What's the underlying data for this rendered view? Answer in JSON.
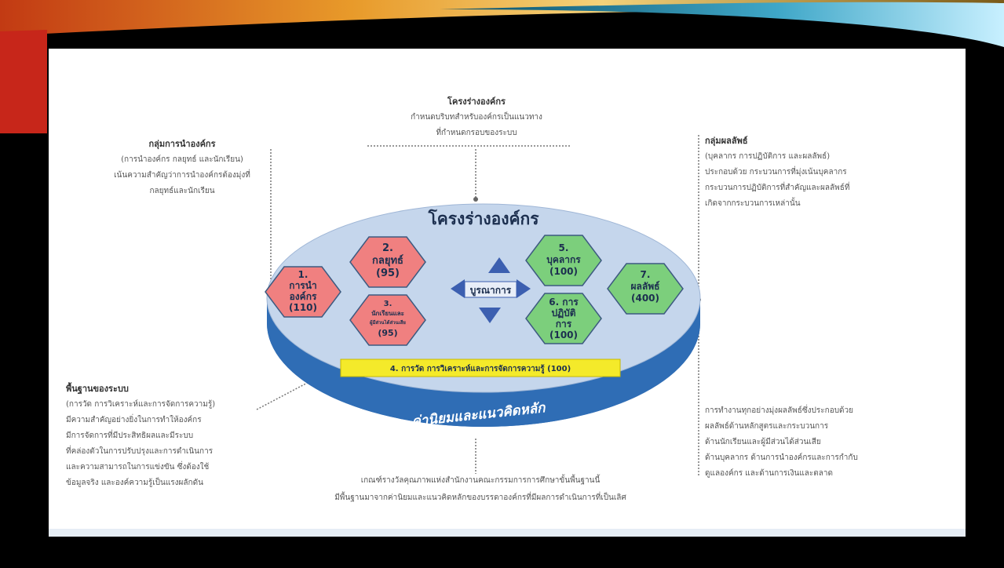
{
  "diagram": {
    "structure_title": "โครงร่างองค์กร",
    "integration_label": "บูรณาการ",
    "base_label": "ค่านิยมและแนวคิดหลัก",
    "measurement_label": "4. การวัด การวิเคราะห์และการจัดการความรู้ (100)",
    "hexagons": [
      {
        "id": "leadership",
        "line1": "1.",
        "line2": "การนำ",
        "line3": "องค์กร",
        "line4": "(110)",
        "group": "red"
      },
      {
        "id": "strategy",
        "line1": "2.",
        "line2": "กลยุทธ์",
        "line3": "(95)",
        "line4": "",
        "group": "red"
      },
      {
        "id": "customers",
        "line1": "3.",
        "line2": "นักเรียนและ",
        "line3": "ผู้มีส่วนได้ส่วนเสีย",
        "line4": "(95)",
        "group": "red"
      },
      {
        "id": "workforce",
        "line1": "5.",
        "line2": "บุคลากร",
        "line3": "(100)",
        "line4": "",
        "group": "green"
      },
      {
        "id": "operations",
        "line1": "6. การ",
        "line2": "ปฏิบัติ",
        "line3": "การ",
        "line4": "(100)",
        "group": "green"
      },
      {
        "id": "results",
        "line1": "7.",
        "line2": "ผลลัพธ์",
        "line3": "(400)",
        "line4": "",
        "group": "green"
      }
    ],
    "colors": {
      "red": "#f08080",
      "green": "#7ccf7c",
      "plate": "#c5d6ec",
      "rim": "#2f6db5",
      "arrow": "#3c5fb0",
      "highlight": "#f4ea2a"
    }
  },
  "annotations": {
    "profile": {
      "title": "โครงร่างองค์กร",
      "lines": [
        "กำหนดบริบทสำหรับองค์กรเป็นแนวทาง",
        "ที่กำหนดกรอบของระบบ"
      ]
    },
    "leadership_group": {
      "title": "กลุ่มการนำองค์กร",
      "lines": [
        "(การนำองค์กร กลยุทธ์ และนักเรียน)",
        "เน้นความสำคัญว่าการนำองค์กรต้องมุ่งที่",
        "กลยุทธ์และนักเรียน"
      ]
    },
    "results_group": {
      "title": "กลุ่มผลลัพธ์",
      "lines": [
        "(บุคลากร การปฏิบัติการ และผลลัพธ์)",
        "ประกอบด้วย กระบวนการที่มุ่งเน้นบุคลากร",
        "กระบวนการปฏิบัติการที่สำคัญและผลลัพธ์ที่",
        "เกิดจากกระบวนการเหล่านั้น"
      ]
    },
    "system_foundation": {
      "title": "พื้นฐานของระบบ",
      "lines": [
        "(การวัด การวิเคราะห์และการจัดการความรู้)",
        "มีความสำคัญอย่างยิ่งในการทำให้องค์กร",
        "มีการจัดการที่มีประสิทธิผลและมีระบบ",
        "ที่คล่องตัวในการปรับปรุงและการดำเนินการ",
        "และความสามารถในการแข่งขัน ซึ่งต้องใช้",
        "ข้อมูลจริง และองค์ความรู้เป็นแรงผลักดัน"
      ]
    },
    "results_detail": {
      "lines": [
        "การทำงานทุกอย่างมุ่งผลลัพธ์ซึ่งประกอบด้วย",
        "ผลลัพธ์ด้านหลักสูตรและกระบวนการ",
        "ด้านนักเรียนและผู้มีส่วนได้ส่วนเสีย",
        "ด้านบุคลากร ด้านการนำองค์กรและการกำกับ",
        "ดูแลองค์กร และด้านการเงินและตลาด"
      ]
    },
    "footer": {
      "lines": [
        "เกณฑ์รางวัลคุณภาพแห่งสำนักงานคณะกรรมการการศึกษาขั้นพื้นฐานนี้",
        "มีพื้นฐานมาจากค่านิยมและแนวคิดหลักของบรรดาองค์กรที่มีผลการดำเนินการที่เป็นเลิศ"
      ]
    }
  }
}
